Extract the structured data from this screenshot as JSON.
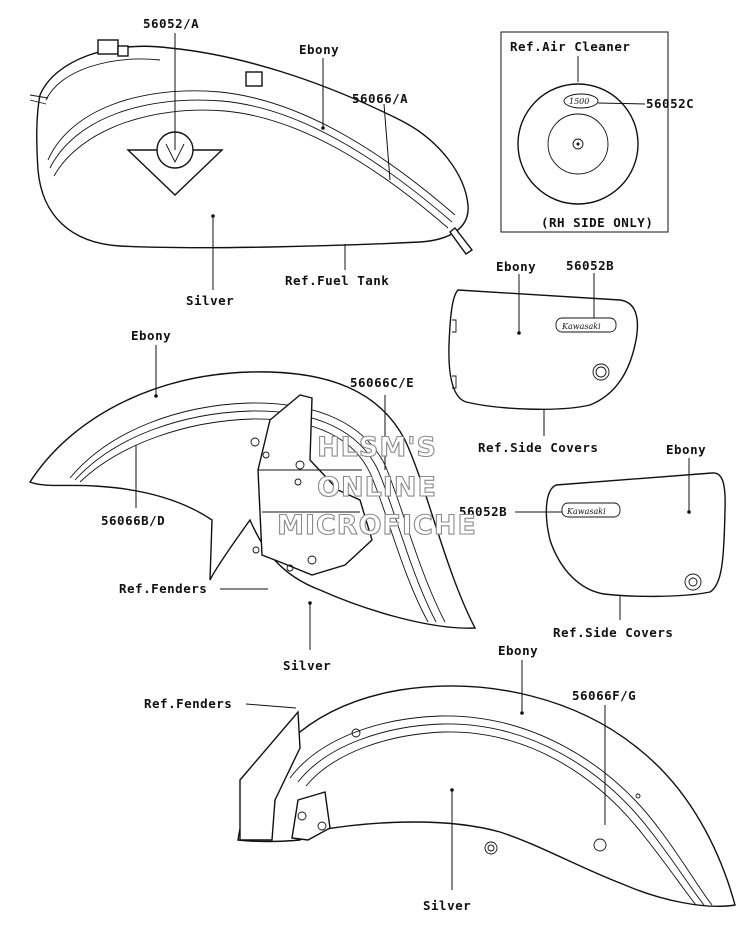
{
  "diagram": {
    "watermark": [
      "HLSM'S",
      "ONLINE",
      "MICROFICHE"
    ],
    "fuel_tank": {
      "decal_code": "56052/A",
      "stripe_code": "56066/A",
      "top_color": "Ebony",
      "bottom_color": "Silver",
      "ref": "Ref.Fuel Tank"
    },
    "air_cleaner": {
      "ref": "Ref.Air Cleaner",
      "decal_code": "56052C",
      "note": "(RH SIDE ONLY)",
      "emblem_text": "1500"
    },
    "side_cover_upper": {
      "color": "Ebony",
      "decal_code": "56052B",
      "ref": "Ref.Side Covers",
      "emblem_text": "Kawasaki"
    },
    "side_cover_lower": {
      "color": "Ebony",
      "decal_code": "56052B",
      "ref": "Ref.Side Covers",
      "emblem_text": "Kawasaki"
    },
    "front_fender": {
      "top_color": "Ebony",
      "stripe_left_code": "56066B/D",
      "stripe_right_code": "56066C/E",
      "ref": "Ref.Fenders",
      "bottom_color": "Silver"
    },
    "rear_fender": {
      "top_color": "Ebony",
      "stripe_code": "56066F/G",
      "ref": "Ref.Fenders",
      "bottom_color": "Silver"
    }
  }
}
